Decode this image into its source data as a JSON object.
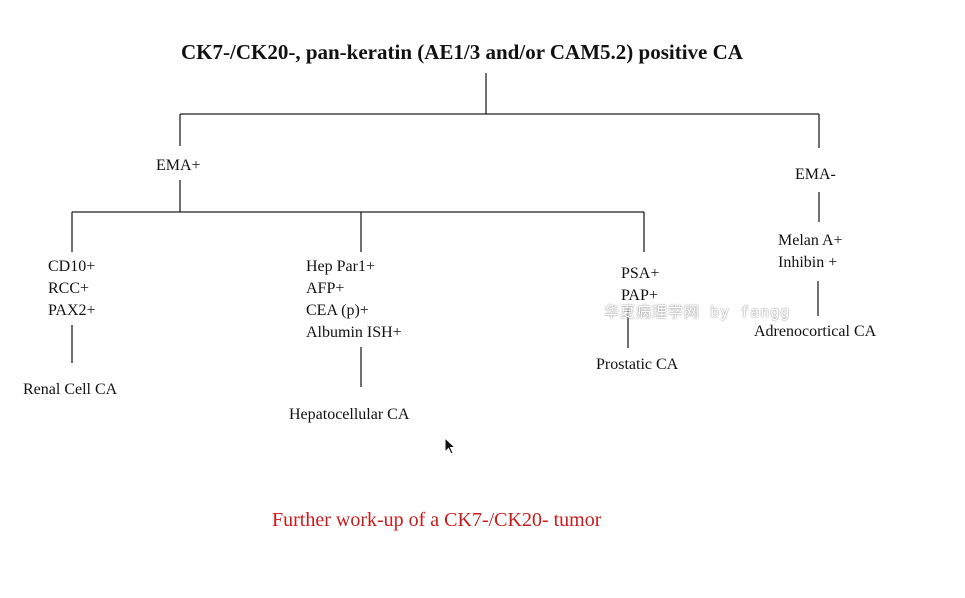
{
  "title": "CK7-/CK20-, pan-keratin (AE1/3 and/or CAM5.2) positive CA",
  "nodes": {
    "ema_pos": "EMA+",
    "ema_neg": "EMA-",
    "renal_markers": [
      "CD10+",
      "RCC+",
      "PAX2+"
    ],
    "renal_result": "Renal Cell CA",
    "hep_markers": [
      "Hep Par1+",
      "AFP+",
      "CEA (p)+",
      "Albumin ISH+"
    ],
    "hep_result": "Hepatocellular CA",
    "prostate_markers": [
      "PSA+",
      "PAP+"
    ],
    "prostate_result": "Prostatic CA",
    "adrenal_markers": [
      "Melan A+",
      "Inhibin +"
    ],
    "adrenal_result": "Adrenocortical CA"
  },
  "caption": "Further work-up of a CK7-/CK20- tumor",
  "watermark": "华夏病理学网 by fangg",
  "colors": {
    "caption": "#cc1a1a",
    "lines": "#222222"
  }
}
